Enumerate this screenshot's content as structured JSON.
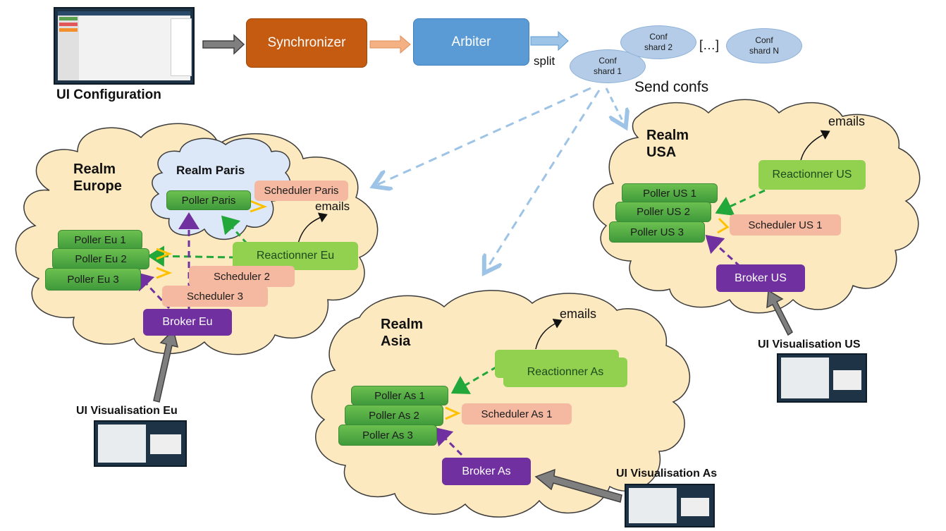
{
  "top": {
    "ui_configuration": "UI Configuration",
    "synchronizer": "Synchronizer",
    "arbiter": "Arbiter",
    "split": "split",
    "shard_1": "Conf\nshard 1",
    "shard_2": "Conf\nshard 2",
    "ellipsis": "[…]",
    "shard_n": "Conf\nshard N",
    "send_confs": "Send confs"
  },
  "europe": {
    "realm_title": "Realm\nEurope",
    "paris_title": "Realm Paris",
    "poller_paris": "Poller Paris",
    "scheduler_paris": "Scheduler Paris",
    "emails": "emails",
    "poller_1": "Poller Eu 1",
    "poller_2": "Poller  Eu 2",
    "poller_3": "Poller  Eu 3",
    "reactionner": "Reactionner Eu",
    "scheduler_2": "Scheduler 2",
    "scheduler_3": "Scheduler 3",
    "broker": "Broker Eu",
    "ui_label": "UI Visualisation Eu"
  },
  "usa": {
    "realm_title": "Realm\nUSA",
    "emails": "emails",
    "reactionner": "Reactionner US",
    "poller_1": "Poller US 1",
    "poller_2": "Poller  US 2",
    "poller_3": "Poller  US 3",
    "scheduler": "Scheduler US 1",
    "broker": "Broker US",
    "ui_label": "UI Visualisation US"
  },
  "asia": {
    "realm_title": "Realm\nAsia",
    "emails": "emails",
    "reactionner": "Reactionner As",
    "poller_1": "Poller As 1",
    "poller_2": "Poller  As 2",
    "poller_3": "Poller  As 3",
    "scheduler": "Scheduler As 1",
    "broker": "Broker As",
    "ui_label": "UI Visualisation As"
  },
  "colors": {
    "cloud_fill": "#fde9c0",
    "cloud_stroke": "#3b3b3b",
    "paris_fill": "#dce8f7",
    "synchronizer": "#c55a11",
    "arbiter": "#5b9bd5",
    "dash_blue": "#9dc3e6",
    "dash_green": "#22a83a",
    "dash_purple": "#7030a0",
    "arrow_yellow": "#ffc000",
    "arrow_salmon": "#f4b183"
  }
}
